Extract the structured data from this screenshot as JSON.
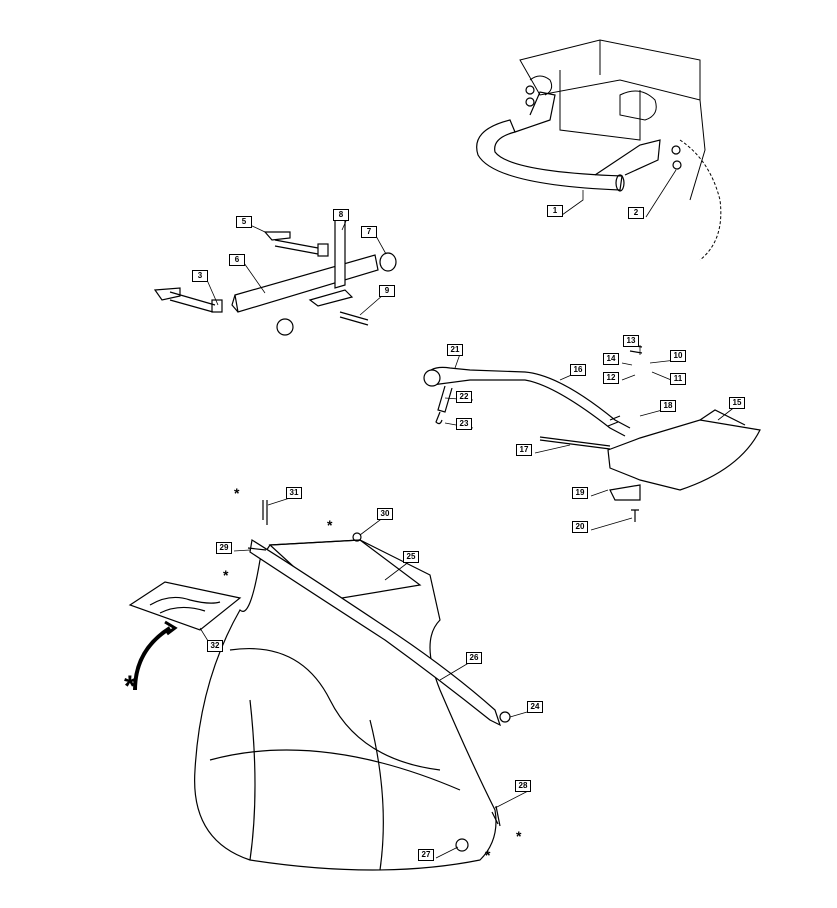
{
  "labels": [
    "1",
    "2",
    "3",
    "5",
    "6",
    "7",
    "8",
    "9",
    "10",
    "11",
    "12",
    "13",
    "14",
    "15",
    "16",
    "17",
    "18",
    "19",
    "20",
    "21",
    "22",
    "23",
    "24",
    "25",
    "26",
    "27",
    "28",
    "29",
    "30",
    "31",
    "32"
  ],
  "asterisk": "*"
}
